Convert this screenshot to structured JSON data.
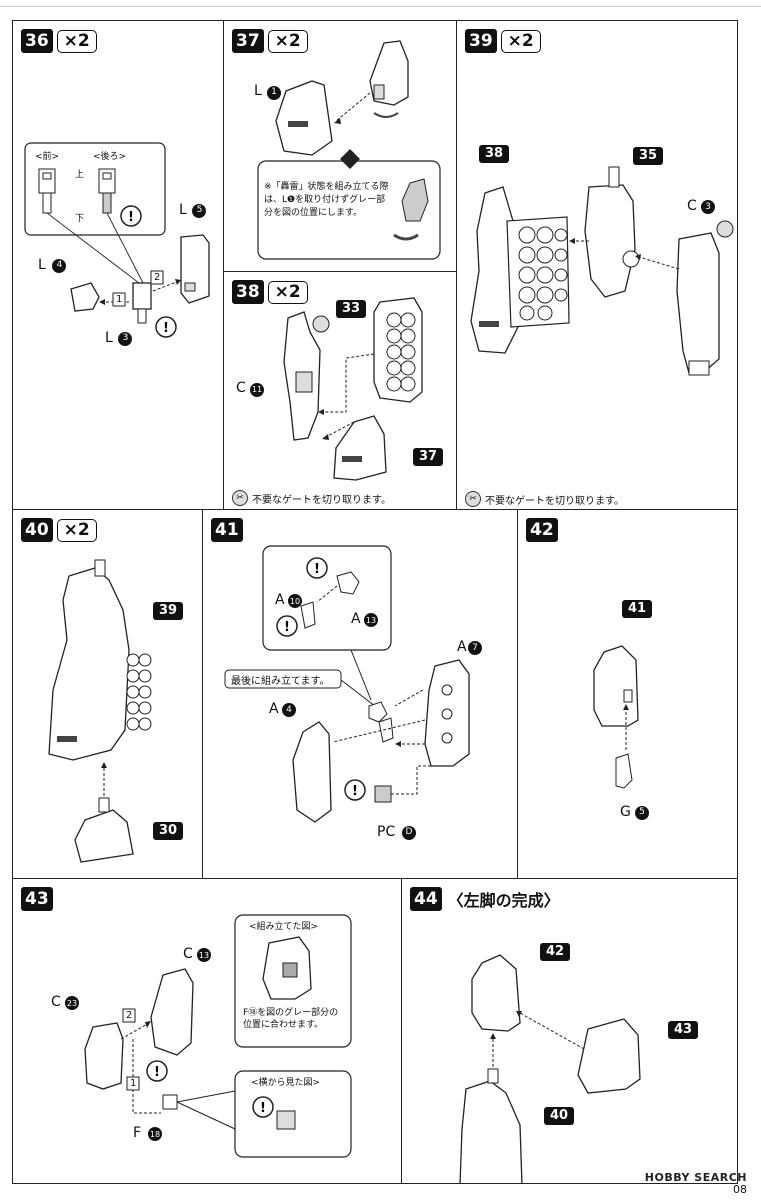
{
  "page_number": "08",
  "watermark": "HOBBY SEARCH",
  "watermark_sub": "© Hobby Search",
  "gate_note": "不要なゲートを切り取ります。",
  "steps": {
    "s36": {
      "no": "36",
      "qty": "×2",
      "front": "<前>",
      "back": "<後ろ>",
      "up": "上",
      "down": "下",
      "parts": {
        "l5": "L",
        "l4": "L",
        "l3": "L"
      },
      "nums": {
        "l5": "5",
        "l4": "4",
        "l3": "3"
      },
      "seq1": "1",
      "seq2": "2"
    },
    "s37": {
      "no": "37",
      "qty": "×2",
      "part_l": "L",
      "part_num": "1",
      "note": "※「轟雷」状態を組み立てる際は、L❶を取り付けずグレー部分を図の位置にします。"
    },
    "s38": {
      "no": "38",
      "qty": "×2",
      "ref33": "33",
      "ref37": "37",
      "part_c": "C",
      "part_num": "11"
    },
    "s39": {
      "no": "39",
      "qty": "×2",
      "ref38": "38",
      "ref35": "35",
      "part_c": "C",
      "part_num": "3"
    },
    "s40": {
      "no": "40",
      "qty": "×2",
      "ref39": "39",
      "ref30": "30"
    },
    "s41": {
      "no": "41",
      "a10": "A",
      "a10n": "10",
      "a13": "A",
      "a13n": "13",
      "a7": "A",
      "a7n": "7",
      "a4": "A",
      "a4n": "4",
      "pc": "PC",
      "pcn": "D",
      "bubble": "最後に組み立てます。"
    },
    "s42": {
      "no": "42",
      "ref41": "41",
      "g": "G",
      "gn": "5"
    },
    "s43": {
      "no": "43",
      "c13": "C",
      "c13n": "13",
      "c23": "C",
      "c23n": "23",
      "f": "F",
      "fn": "18",
      "seq1": "1",
      "seq2": "2",
      "assembled_title": "<組み立てた図>",
      "assembled_note": "F⑱を図のグレー部分の位置に合わせます。",
      "side_title": "<横から見た図>"
    },
    "s44": {
      "no": "44",
      "title": "〈左脚の完成〉",
      "ref42": "42",
      "ref43": "43",
      "ref40": "40"
    }
  }
}
